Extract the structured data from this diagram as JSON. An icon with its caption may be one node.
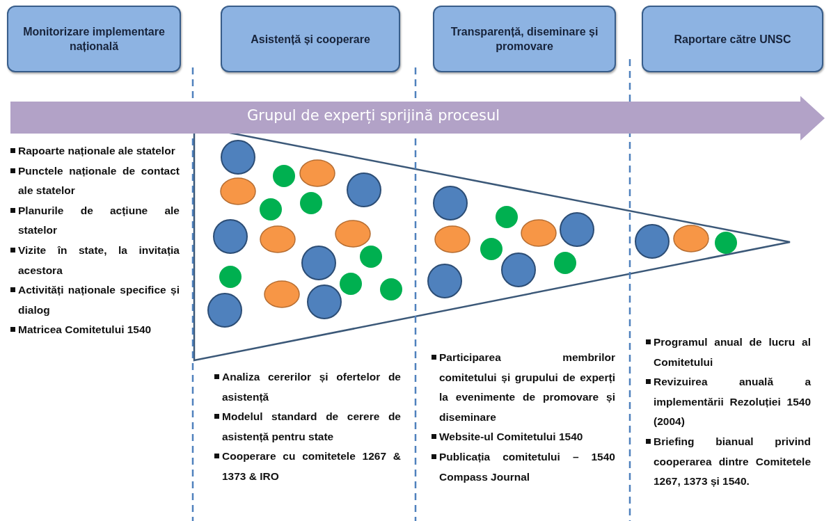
{
  "diagram": {
    "nodes": [
      {
        "text": [
          "Monitorizare implementare națională"
        ]
      },
      {
        "text": [
          "Asistență și cooperare"
        ]
      },
      {
        "text": [
          "Transparență, diseminare și promovare"
        ]
      },
      {
        "text": [
          "Raportare către UNSC"
        ]
      },
      {
        "text": [
          "Grupul de experți sprijină procesul"
        ]
      }
    ],
    "labels": [
      "Rapoarte naționale ale statelor",
      "Punctele naționale de contact ale statelor",
      "Planurile de acțiune ale statelor",
      "Vizite în state, la invitația acestora",
      "Activități naționale specifice și dialog",
      "Matricea Comitetului 1540",
      "Analiza cererilor și ofertelor de asistență",
      "Modelul standard de cerere de asistență pentru state",
      "Cooperare cu comitetele 1267 & 1373 & IRO",
      "Participarea membrilor comitetului și grupului de experți la evenimente de promovare și diseminare",
      "Website-ul Comitetului 1540",
      "Publicația comitetului – 1540 Compass Journal",
      "Programul anual de lucru al Comitetului",
      "Revizuirea anuală a implementării Rezoluției 1540 (2004)",
      "Briefing bianual privind cooperarea dintre Comitetele 1267, 1373 și 1540."
    ]
  }
}
